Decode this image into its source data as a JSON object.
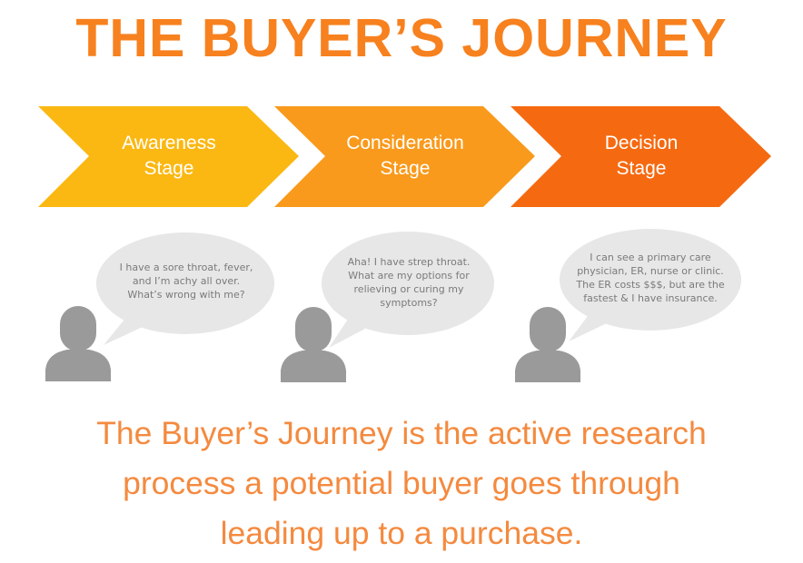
{
  "title": "THE BUYER’S JOURNEY",
  "colors": {
    "title": "#f7811e",
    "awareness": "#fbb813",
    "consideration": "#f99a1c",
    "decision": "#f56a11",
    "person": "#9a9a9a",
    "bubble": "#e7e7e7",
    "footer": "#f48a3f"
  },
  "stages": [
    {
      "line1": "Awareness",
      "line2": "Stage",
      "icon": "person-icon",
      "bubble": [
        "I have a sore throat, fever,",
        "and I’m achy all over.",
        "What’s wrong with me?"
      ]
    },
    {
      "line1": "Consideration",
      "line2": "Stage",
      "icon": "person-icon",
      "bubble": [
        "Aha! I have strep throat.",
        "What are my options for",
        "relieving or curing my",
        "symptoms?"
      ]
    },
    {
      "line1": "Decision",
      "line2": "Stage",
      "icon": "person-icon",
      "bubble": [
        "I can see a primary care",
        "physician, ER, nurse or clinic.",
        "The ER costs $$$, but are the",
        "fastest & I have insurance."
      ]
    }
  ],
  "footer": [
    "The Buyer’s Journey is the active research",
    "process a potential buyer goes through",
    "leading up to a purchase."
  ]
}
